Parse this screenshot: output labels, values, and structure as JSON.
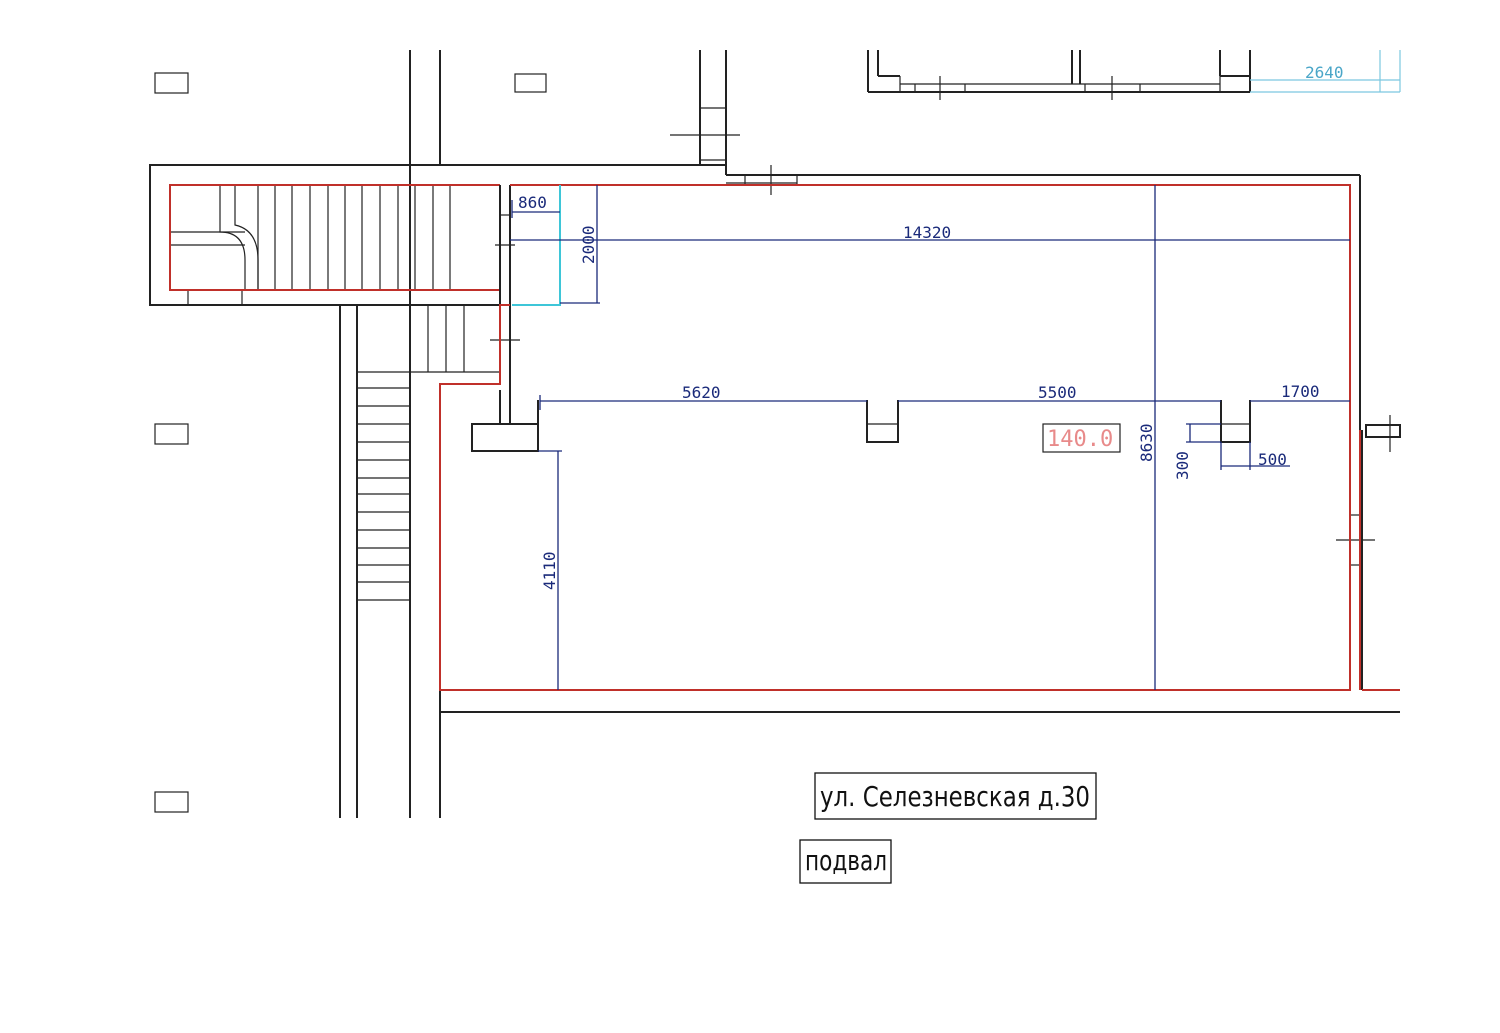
{
  "plan": {
    "street_label": "ул. Селезневская д.30",
    "floor_label": "подвал",
    "area_label": "140.0",
    "dimensions": {
      "d860": "860",
      "d2000": "2000",
      "d14320": "14320",
      "d5620": "5620",
      "d5500": "5500",
      "d1700": "1700",
      "d8630": "8630",
      "d300": "300",
      "d500": "500",
      "d4110": "4110",
      "d2640": "2640"
    }
  },
  "colors": {
    "walls": "#222222",
    "room_outline": "#c0302a",
    "dimension_lines": "#1a2a7a",
    "highlight": "#3ec6d8"
  }
}
